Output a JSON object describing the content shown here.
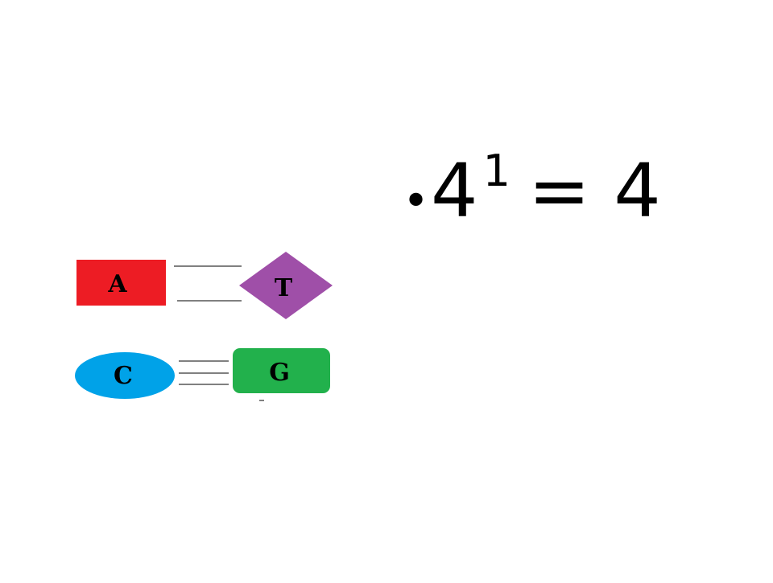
{
  "bases": {
    "a": {
      "label": "A",
      "color": "#ED1C24"
    },
    "t": {
      "label": "T",
      "color": "#9F4FA8"
    },
    "c": {
      "label": "C",
      "color": "#00A2E8"
    },
    "g": {
      "label": "G",
      "color": "#22B14C"
    }
  },
  "bond_color": "#000000",
  "text_color": "#000000",
  "bullet": {
    "symbol": "•",
    "base": "4",
    "exponent": "1",
    "rest": "= 4"
  }
}
